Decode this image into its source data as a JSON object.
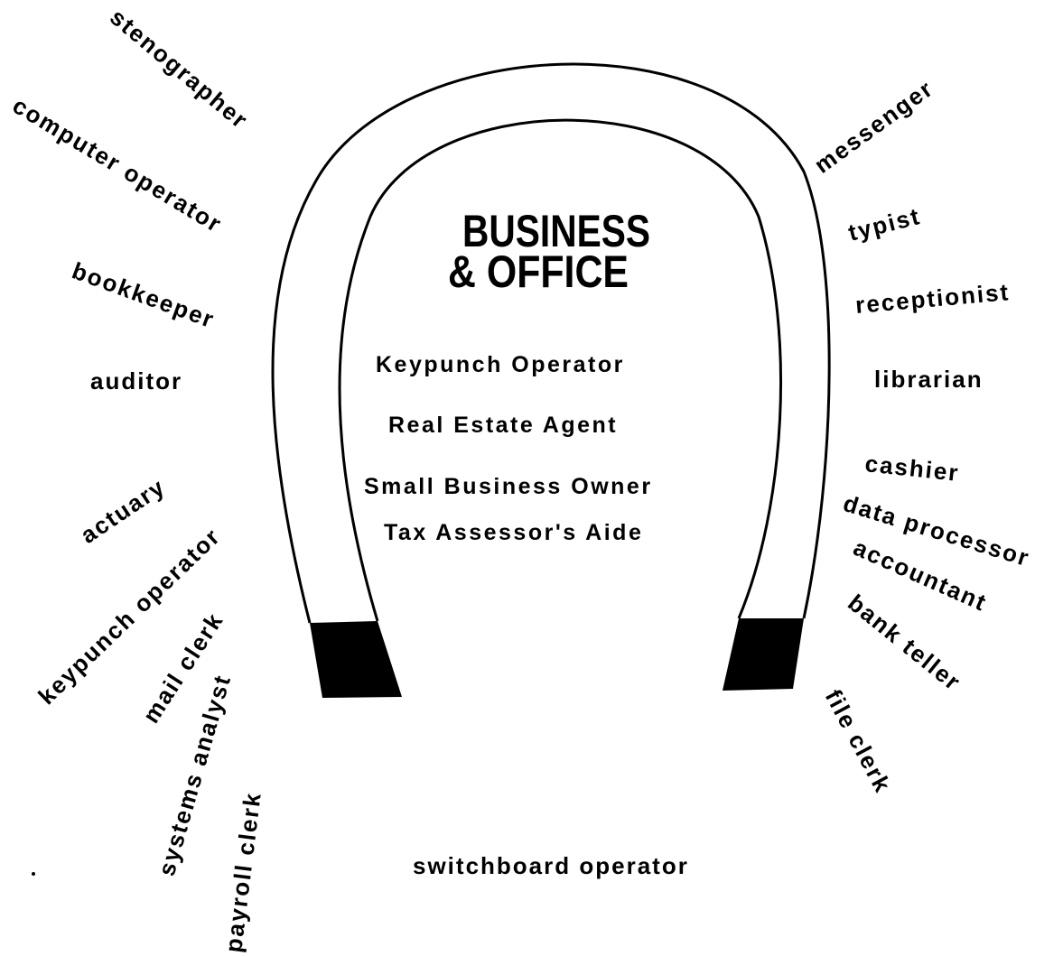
{
  "title": {
    "line1": "BUSINESS",
    "line2": "& OFFICE"
  },
  "colors": {
    "ink": "#000000",
    "paper": "#ffffff"
  },
  "inner_jobs": [
    "Keypunch Operator",
    "Real Estate Agent",
    "Small Business Owner",
    "Tax Assessor's Aide"
  ],
  "outer_jobs": {
    "left": [
      "stenographer",
      "computer operator",
      "bookkeeper",
      "auditor",
      "actuary",
      "keypunch operator",
      "mail clerk",
      "systems analyst",
      "payroll clerk"
    ],
    "right": [
      "messenger",
      "typist",
      "receptionist",
      "librarian",
      "cashier",
      "data processor",
      "accountant",
      "bank teller",
      "file clerk"
    ],
    "bottom": "switchboard operator"
  }
}
